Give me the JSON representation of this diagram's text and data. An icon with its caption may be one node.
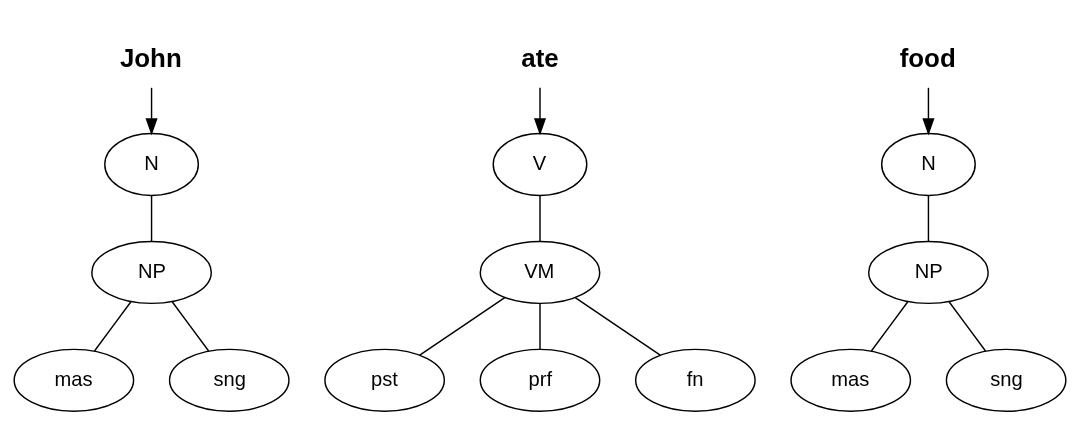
{
  "diagram": {
    "nodes": [
      {
        "text": [
          "John"
        ]
      },
      {
        "text": [
          "N"
        ]
      },
      {
        "text": [
          "NP"
        ]
      },
      {
        "text": [
          "mas"
        ]
      },
      {
        "text": [
          "sng"
        ]
      },
      {
        "text": [
          "ate"
        ]
      },
      {
        "text": [
          "V"
        ]
      },
      {
        "text": [
          "VM"
        ]
      },
      {
        "text": [
          "pst"
        ]
      },
      {
        "text": [
          "prf"
        ]
      },
      {
        "text": [
          "fn"
        ]
      },
      {
        "text": [
          "food"
        ]
      },
      {
        "text": [
          "N"
        ]
      },
      {
        "text": [
          "NP"
        ]
      },
      {
        "text": [
          "mas"
        ]
      },
      {
        "text": [
          "sng"
        ]
      }
    ],
    "edges": [
      {
        "from": 0,
        "to": 1,
        "arrow": "to"
      },
      {
        "from": 1,
        "to": 2,
        "arrow": "none"
      },
      {
        "from": 2,
        "to": 3,
        "arrow": "none"
      },
      {
        "from": 2,
        "to": 4,
        "arrow": "none"
      },
      {
        "from": 5,
        "to": 6,
        "arrow": "to"
      },
      {
        "from": 6,
        "to": 7,
        "arrow": "none"
      },
      {
        "from": 7,
        "to": 8,
        "arrow": "none"
      },
      {
        "from": 7,
        "to": 9,
        "arrow": "none"
      },
      {
        "from": 7,
        "to": 10,
        "arrow": "none"
      },
      {
        "from": 11,
        "to": 12,
        "arrow": "to"
      },
      {
        "from": 12,
        "to": 13,
        "arrow": "none"
      },
      {
        "from": 13,
        "to": 14,
        "arrow": "none"
      },
      {
        "from": 13,
        "to": 15,
        "arrow": "none"
      }
    ]
  }
}
